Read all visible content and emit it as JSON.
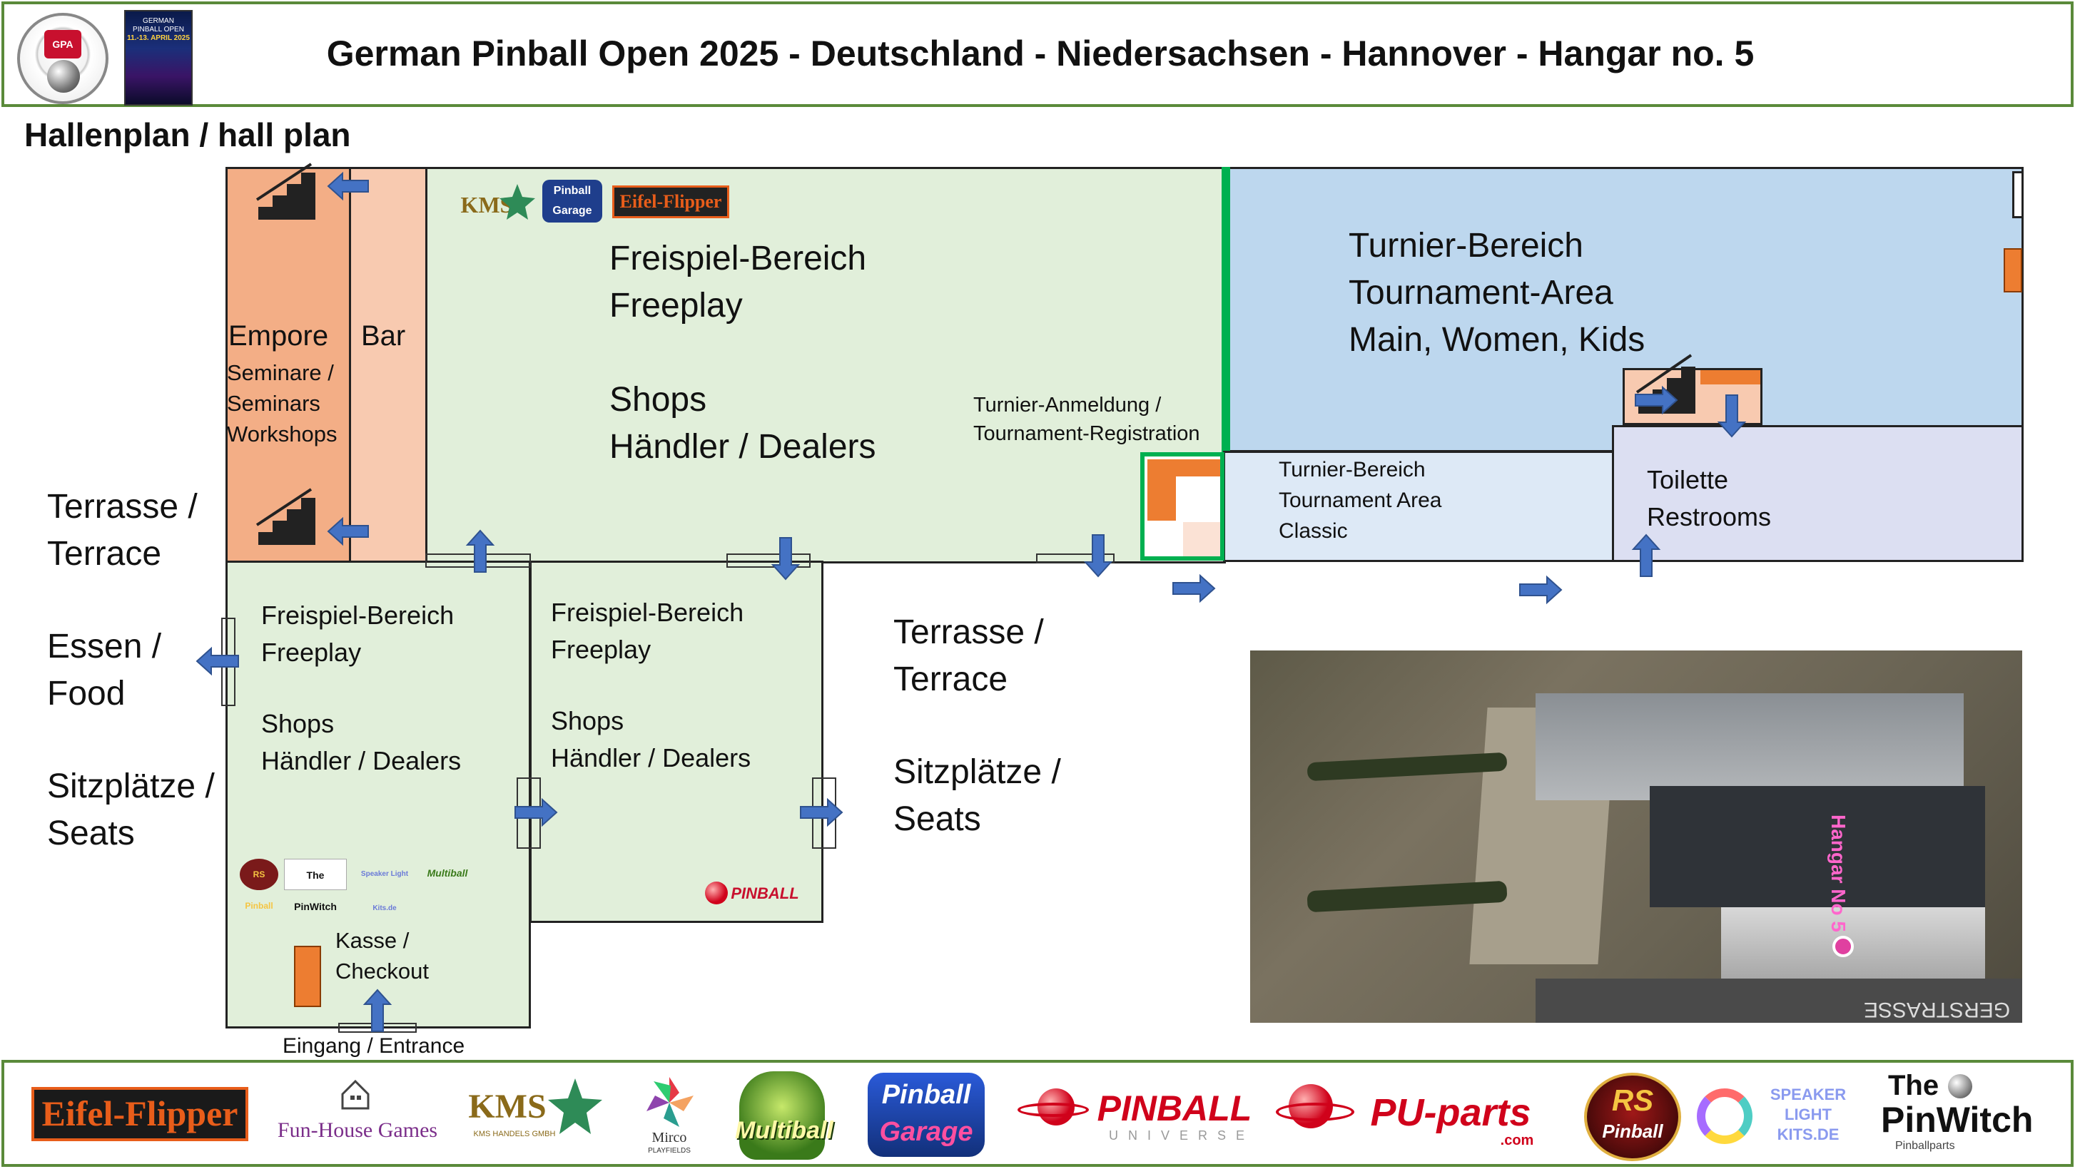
{
  "header": {
    "title": "German Pinball Open 2025 - Deutschland - Niedersachsen - Hannover - Hangar no. 5",
    "gpa_logo_text": "GPA",
    "poster_lines": [
      "GERMAN",
      "PINBALL OPEN",
      "11.-13. APRIL 2025"
    ]
  },
  "plan_title": "Hallenplan / hall plan",
  "rooms": {
    "empore": {
      "title": "Empore",
      "lines": [
        "Seminare /",
        "Seminars",
        "Workshops"
      ]
    },
    "bar": {
      "title": "Bar"
    },
    "freeplay_main": {
      "lines": [
        "Freispiel-Bereich",
        "Freeplay",
        "",
        "Shops",
        "Händler / Dealers"
      ]
    },
    "registration": {
      "lines": [
        "Turnier-Anmeldung /",
        "Tournament-Registration"
      ]
    },
    "tournament_main": {
      "lines": [
        "Turnier-Bereich",
        "Tournament-Area",
        "Main, Women, Kids"
      ]
    },
    "tournament_classic": {
      "lines": [
        "Turnier-Bereich",
        "Tournament Area",
        "Classic"
      ]
    },
    "restrooms": {
      "lines": [
        "Toilette",
        "Restrooms"
      ]
    },
    "freeplay_left": {
      "lines": [
        "Freispiel-Bereich",
        "Freeplay",
        "",
        "Shops",
        "Händler / Dealers"
      ]
    },
    "freeplay_mid": {
      "lines": [
        "Freispiel-Bereich",
        "Freeplay",
        "",
        "Shops",
        "Händler / Dealers"
      ]
    },
    "checkout": {
      "lines": [
        "Kasse /",
        "Checkout"
      ]
    },
    "entrance": "Eingang / Entrance"
  },
  "outside": {
    "terrace_left": [
      "Terrasse /",
      "Terrace"
    ],
    "food": [
      "Essen /",
      "Food"
    ],
    "seats_left": [
      "Sitzplätze /",
      "Seats"
    ],
    "terrace_right": [
      "Terrasse /",
      "Terrace"
    ],
    "seats_right": [
      "Sitzplätze /",
      "Seats"
    ]
  },
  "in_room_logos": {
    "top": [
      "KMS",
      "Pinball Garage",
      "Eifel-Flipper"
    ],
    "left": [
      "RS Pinball",
      "The PinWitch",
      "Speaker Light Kits.de",
      "Multiball"
    ],
    "mid": [
      "PINBALL"
    ]
  },
  "satellite": {
    "label": "Hangar No 5",
    "street": "GERSTRASSE"
  },
  "sponsors": {
    "eifel": "Eifel-Flipper",
    "funhouse": "Fun-House Games",
    "kms": "KMS",
    "kms_sub": "KMS HANDELS GMBH",
    "mirco": "Mirco",
    "mirco_sub": "PLAYFIELDS",
    "multiball": "Multiball",
    "garage_1": "Pinball",
    "garage_2": "Garage",
    "pinball_universe": "PINBALL",
    "pinball_universe_sub": "UNIVERSE",
    "puparts": "PU-parts",
    "puparts_sub": ".com",
    "rs": "RS",
    "rs_sub": "Pinball",
    "speaker": [
      "SPEAKER",
      "LIGHT",
      "KITS.DE"
    ],
    "pinwitch_1": "The",
    "pinwitch_2": "PinWitch",
    "pinwitch_sub": "Pinballparts"
  },
  "colors": {
    "frame_green": "#5a8a3a",
    "empore": "#f3ae86",
    "bar": "#f8cab0",
    "freeplay": "#e1efda",
    "tournament": "#bdd7ee",
    "classic": "#dde9f6",
    "restroom": "#dcdff2",
    "arrow": "#4472c4",
    "accent_green": "#00b050",
    "orange_block": "#ed7d31"
  }
}
